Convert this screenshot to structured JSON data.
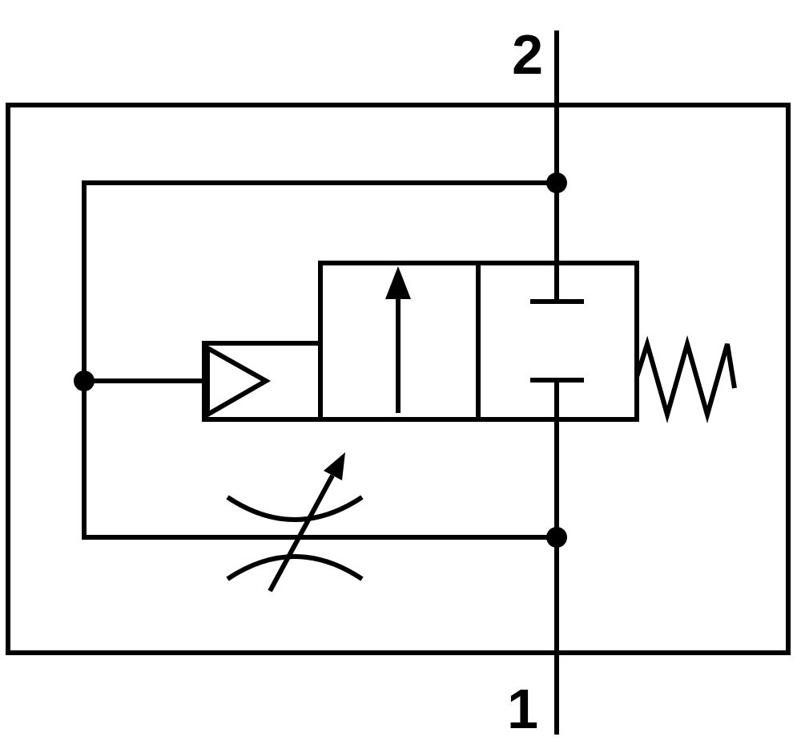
{
  "ports": {
    "top_label": "2",
    "bottom_label": "1"
  },
  "colors": {
    "line": "#000000",
    "background": "#ffffff"
  },
  "icons": {
    "pilot_triangle": "pneumatic-pilot-actuator",
    "flow_arrow": "open-flow-path-arrow",
    "blocked_port": "closed-port-bars",
    "spring": "return-spring",
    "throttle": "adjustable-throttle-restrictor",
    "junction_dot": "line-junction"
  }
}
